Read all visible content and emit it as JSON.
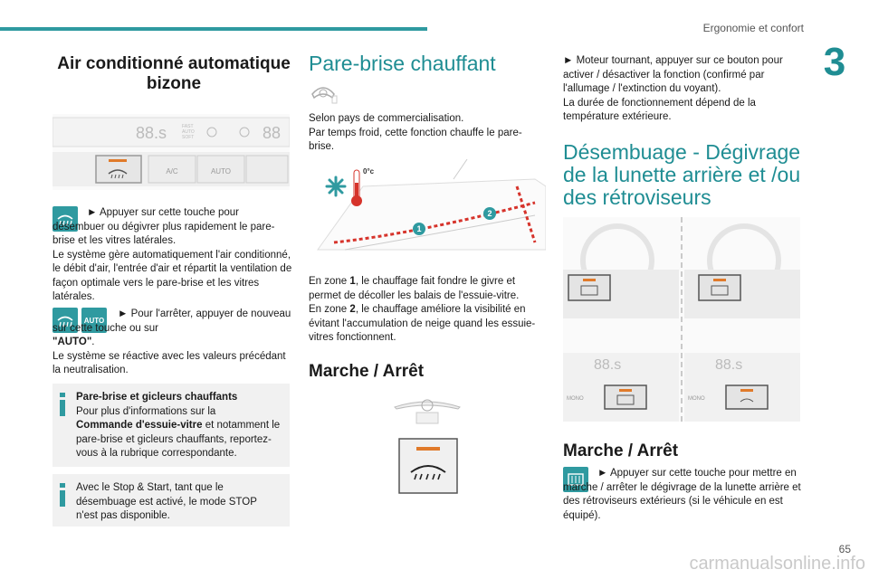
{
  "header": {
    "section": "Ergonomie et confort",
    "chapter": "3",
    "page": "65"
  },
  "col1": {
    "title": "Air conditionné automatique bizone",
    "panel": {
      "display_left": "88.s",
      "button_left": "A/C",
      "button_right": "AUTO",
      "small_label": "FAST\nAUTO\nSOFT"
    },
    "para1": "► Appuyer sur cette touche pour désembuer ou dégivrer plus rapidement le pare-brise et les vitres latérales.",
    "para1b": "Le système gère automatiquement l'air conditionné, le débit d'air, l'entrée d'air et répartit la ventilation de façon optimale vers le pare-brise et les vitres latérales.",
    "auto_badge": "AUTO",
    "para2": "► Pour l'arrêter, appuyer de nouveau sur cette touche ou sur",
    "para2_bold": "\"AUTO\"",
    "para2_end": ".",
    "para3": "Le système se réactive avec les valeurs précédant la neutralisation.",
    "info1_title": "Pare-brise et gicleurs chauffants",
    "info1_text_a": "Pour plus d'informations sur la",
    "info1_bold": "Commande d'essuie-vitre",
    "info1_text_b": "et notamment le pare-brise et gicleurs chauffants, reportez-vous à la rubrique correspondante.",
    "info2_text": "Avec le Stop & Start, tant que le désembuage est activé, le mode STOP n'est pas disponible."
  },
  "col2": {
    "title": "Pare-brise chauffant",
    "intro": "Selon pays de commercialisation.\nPar temps froid, cette fonction chauffe le pare-brise.",
    "temp_label": "0°c",
    "zone1": "1",
    "zone2": "2",
    "zones_a": "En zone",
    "zones_b": ", le chauffage fait fondre le givre et permet de décoller les balais de l'essuie-vitre.",
    "zones_c": "En zone",
    "zones_d": ", le chauffage améliore la visibilité en évitant l'accumulation de neige quand les essuie-vitres fonctionnent.",
    "subtitle": "Marche / Arrêt"
  },
  "col3": {
    "para1": "► Moteur tournant, appuyer sur ce bouton pour activer / désactiver la fonction (confirmé par l'allumage / l'extinction du voyant).\nLa durée de fonctionnement dépend de la température extérieure.",
    "title": "Désembuage - Dégivrage de la lunette arrière et /ou des rétroviseurs",
    "display": "88.s",
    "mono": "MONO",
    "subtitle": "Marche / Arrêt",
    "para2": "► Appuyer sur cette touche pour mettre en marche / arrêter le dégivrage de la lunette arrière et des rétroviseurs extérieurs (si le véhicule en est équipé)."
  },
  "watermark": "carmanualsonline.info",
  "colors": {
    "accent": "#2f9aa0",
    "orange": "#e07a2a",
    "heat_red": "#d6332b"
  }
}
